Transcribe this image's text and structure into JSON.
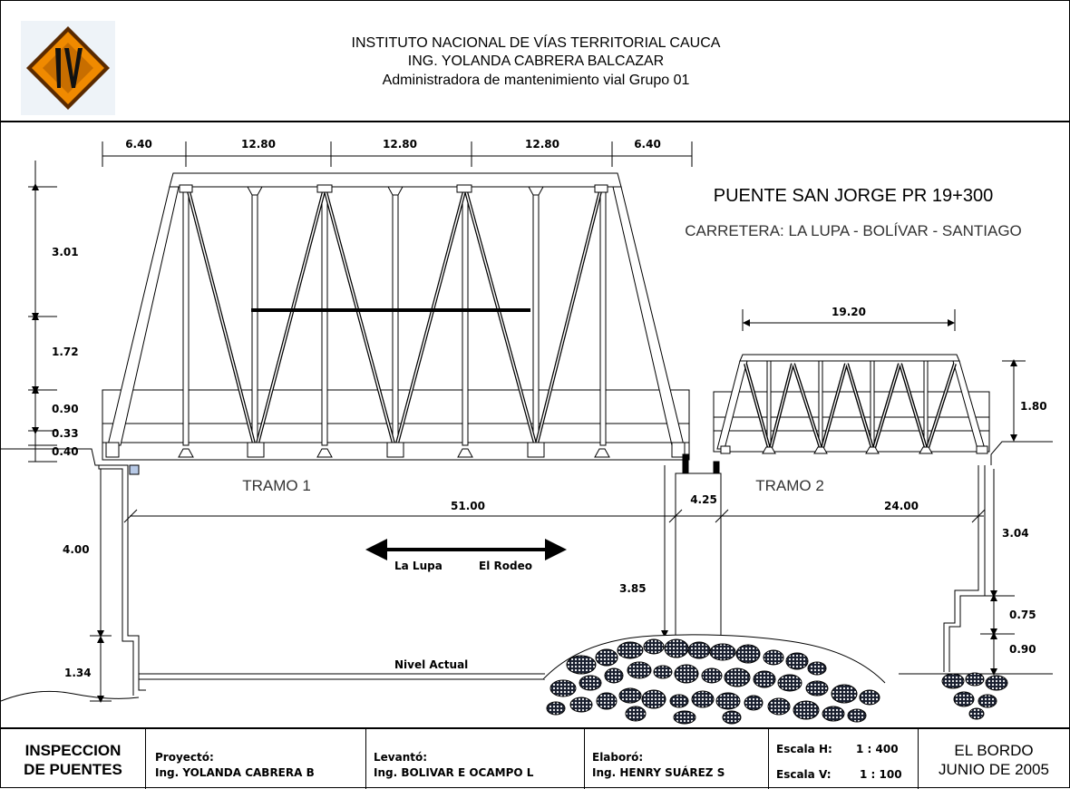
{
  "header": {
    "line1": "INSTITUTO NACIONAL DE VÍAS TERRITORIAL CAUCA",
    "line2": "ING. YOLANDA CABRERA BALCAZAR",
    "line3": "Administradora de mantenimiento vial Grupo 01",
    "logo_letters": "IV"
  },
  "drawing": {
    "bridge_title": "PUENTE SAN JORGE PR 19+300",
    "road": "CARRETERA: LA LUPA - BOLÍVAR - SANTIAGO",
    "top_dims": [
      "6.40",
      "12.80",
      "12.80",
      "12.80",
      "6.40"
    ],
    "left_dims": [
      "3.01",
      "1.72",
      "0.90",
      "0.33",
      "0.40"
    ],
    "abutment_dims": [
      "4.00",
      "1.34"
    ],
    "span2_top": "19.20",
    "span2_height": "1.80",
    "tramo1": "TRAMO 1",
    "tramo2": "TRAMO 2",
    "span1_length": "51.00",
    "pier_width": "4.25",
    "span2_length": "24.00",
    "pier_height": "3.85",
    "right_dims": [
      "3.04",
      "0.75",
      "0.90"
    ],
    "direction_left": "La Lupa",
    "direction_right": "El Rodeo",
    "ground_label": "Nivel Actual"
  },
  "footer": {
    "title_line1": "INSPECCION",
    "title_line2": "DE PUENTES",
    "proyecto_label": "Proyectó:",
    "proyecto_name": "Ing. YOLANDA CABRERA B",
    "levanto_label": "Levantó:",
    "levanto_name": "Ing. BOLIVAR E OCAMPO L",
    "elaboro_label": "Elaboró:",
    "elaboro_name": "Ing. HENRY SUÁREZ S",
    "escala_h_label": "Escala H:",
    "escala_h_value": "1 : 400",
    "escala_v_label": "Escala V:",
    "escala_v_value": "1 : 100",
    "place": "EL BORDO",
    "date": "JUNIO DE 2005"
  },
  "colors": {
    "logo_orange": "#f08a00",
    "logo_dark": "#5a2a00",
    "pier_fill": "#b7c9e6"
  }
}
